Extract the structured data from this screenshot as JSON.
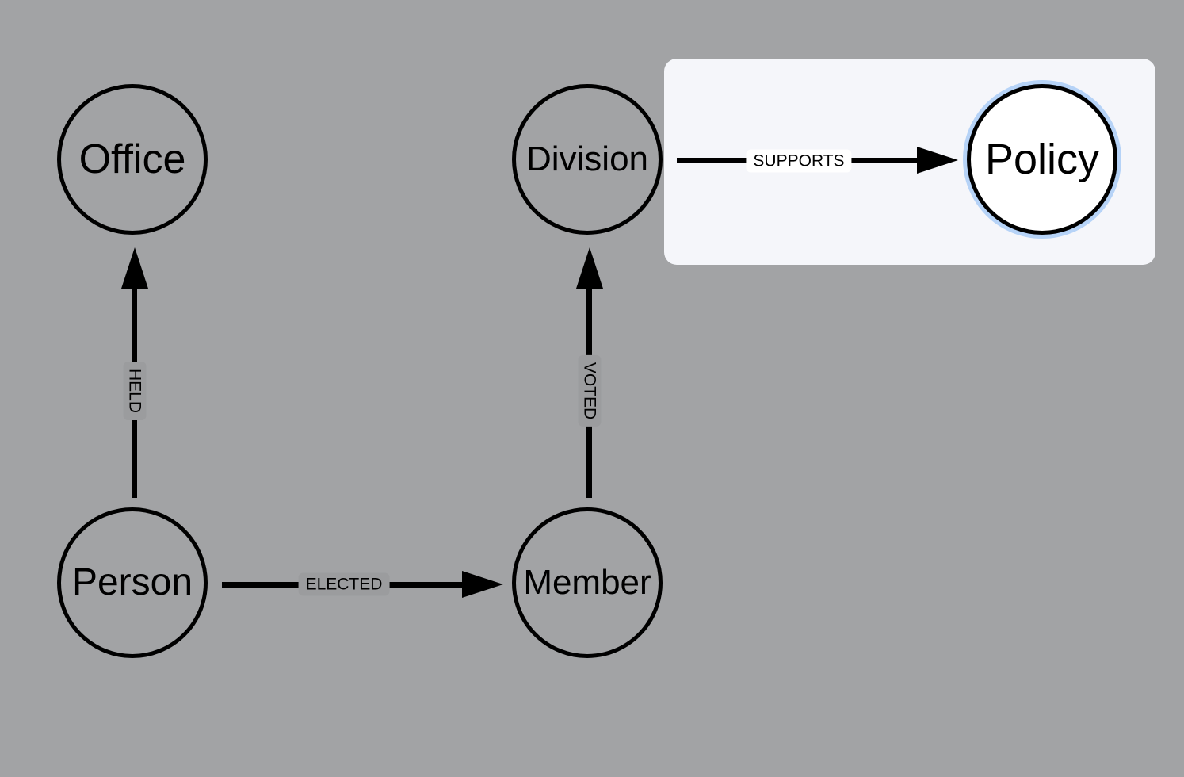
{
  "graph": {
    "nodes": {
      "office": {
        "label": "Office"
      },
      "division": {
        "label": "Division"
      },
      "policy": {
        "label": "Policy"
      },
      "person": {
        "label": "Person"
      },
      "member": {
        "label": "Member"
      }
    },
    "edges": {
      "held": {
        "label": "HELD",
        "from": "Person",
        "to": "Office"
      },
      "voted": {
        "label": "VOTED",
        "from": "Member",
        "to": "Division"
      },
      "elected": {
        "label": "ELECTED",
        "from": "Person",
        "to": "Member"
      },
      "supports": {
        "label": "SUPPORTS",
        "from": "Division",
        "to": "Policy"
      }
    },
    "selected_node": "Policy"
  },
  "colors": {
    "background": "#a2a3a5",
    "highlight_panel": "#f5f6fa",
    "selection_ring": "#b6d3f7",
    "stroke": "#000000"
  }
}
